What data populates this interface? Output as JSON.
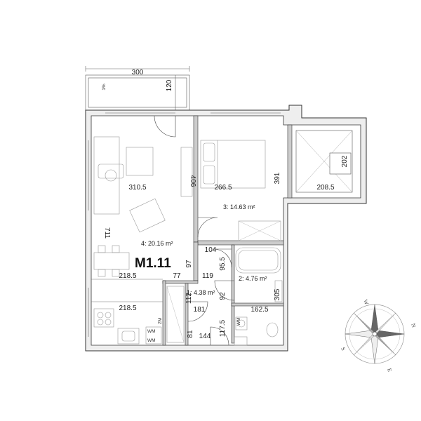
{
  "plan": {
    "unit_label": "M1.11",
    "dimensions": {
      "balcony_width": "300",
      "balcony_depth": "120",
      "living_width": "310.5",
      "living_height": "711",
      "bedroom_wall": "406",
      "bedroom_width": "266.5",
      "bedroom_height": "391",
      "terrace_width": "208.5",
      "terrace_height": "202",
      "living_lower_width": "218.5",
      "kitchen_width": "218.5",
      "hall_a": "104",
      "hall_b": "97",
      "hall_c": "77",
      "hall_d": "119",
      "hall_e": "95.5",
      "hall_f": "92",
      "hall_g": "112",
      "hall_h": "181",
      "bath_width": "162.5",
      "bath_height": "305",
      "closet_a": "117.5",
      "closet_b": "81",
      "closet_c": "144"
    },
    "rooms": [
      {
        "label": "1: 4.38 m²"
      },
      {
        "label": "2: 4.76 m²"
      },
      {
        "label": "3: 14.63 m²"
      },
      {
        "label": "4: 20.16 m²"
      }
    ],
    "appliances": {
      "wm1": "WM",
      "wm2": "WM",
      "zm": "ZM",
      "wm_bath": "WM"
    },
    "balcony_note": "1%"
  },
  "compass": {
    "n": "N",
    "s": "S",
    "e": "E",
    "w": "W"
  }
}
